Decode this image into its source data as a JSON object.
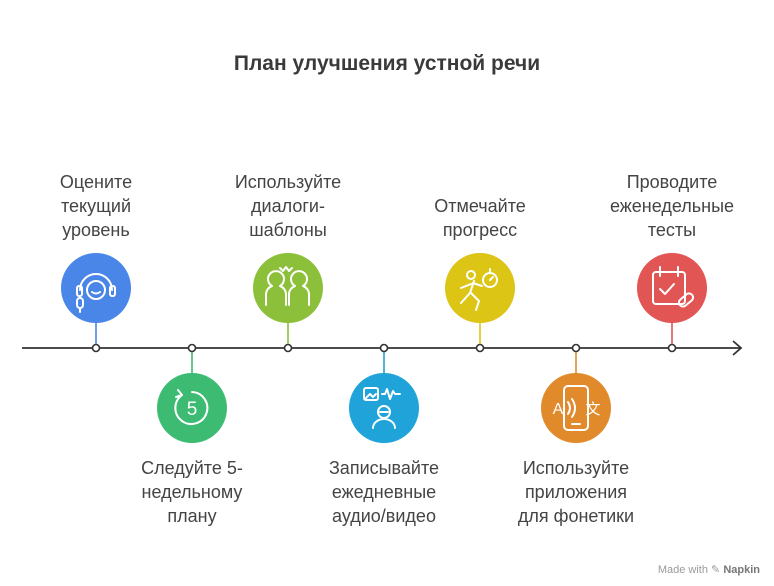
{
  "title": "План улучшения устной речи",
  "steps": [
    {
      "lines": [
        "Оцените",
        "текущий",
        "уровень"
      ],
      "color": "#4a86e8",
      "icon": "headset-icon"
    },
    {
      "lines": [
        "Следуйте 5-",
        "недельному",
        "плану"
      ],
      "color": "#3dbb73",
      "icon": "countdown-5-icon",
      "icon_text": "5"
    },
    {
      "lines": [
        "Используйте",
        "диалоги-",
        "шаблоны"
      ],
      "color": "#8cbf3a",
      "icon": "two-people-icon"
    },
    {
      "lines": [
        "Записывайте",
        "ежедневные",
        "аудио/видео"
      ],
      "color": "#1fa3d8",
      "icon": "media-recording-icon"
    },
    {
      "lines": [
        "Отмечайте",
        "прогресс"
      ],
      "color": "#dcc515",
      "icon": "running-timer-icon"
    },
    {
      "lines": [
        "Используйте",
        "приложения",
        "для фонетики"
      ],
      "color": "#e08a2c",
      "icon": "phone-translate-icon",
      "icon_text": "A",
      "icon_text2": "文"
    },
    {
      "lines": [
        "Проводите",
        "еженедельные",
        "тесты"
      ],
      "color": "#e25555",
      "icon": "calendar-check-icon"
    }
  ],
  "watermark": {
    "prefix": "Made with",
    "brand": "Napkin"
  }
}
